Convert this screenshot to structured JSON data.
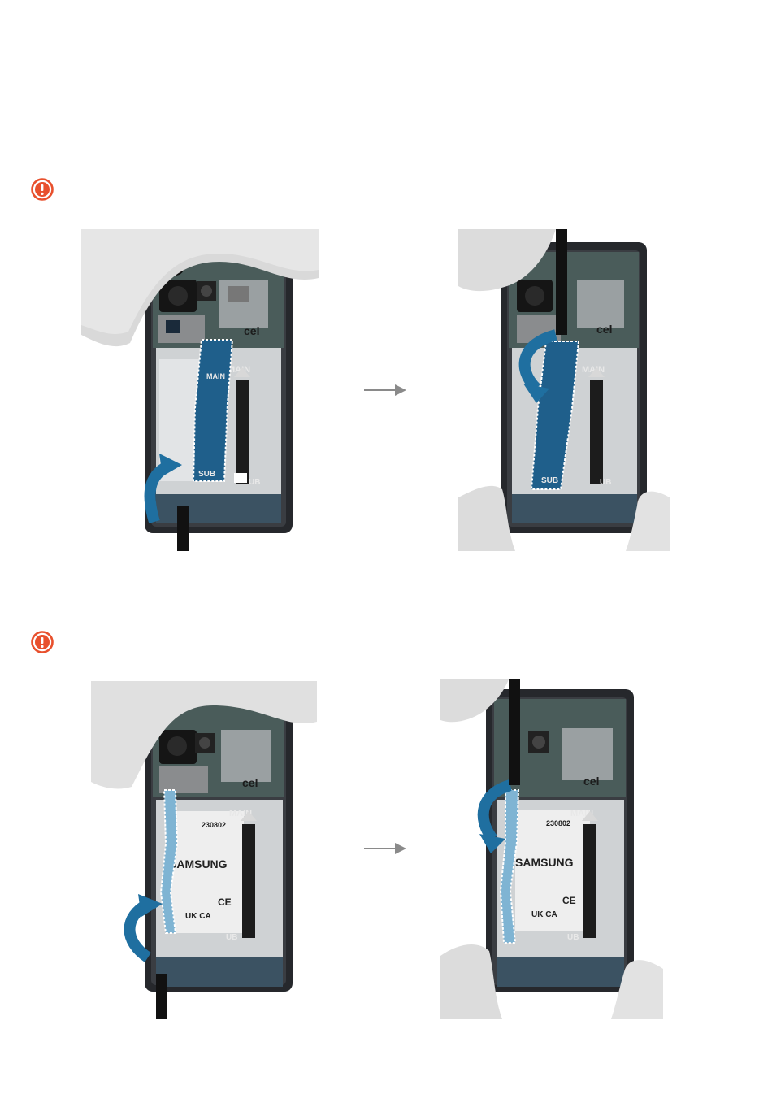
{
  "colors": {
    "warning": "#e8502d",
    "flex_cable": "#1f5f8b",
    "flex_cable_light": "#7fb4d3",
    "arrow": "#1f6fa0",
    "step_arrow": "#8a8a8a"
  },
  "icons": {
    "warning": "exclamation-circle-icon",
    "step_arrow": "right-arrow-icon",
    "motion_arrow": "curved-arrow-icon"
  },
  "board_labels": {
    "main": "MAIN",
    "sub": "SUB",
    "ub": "UB",
    "brand": "SAMSUNG",
    "code": "230802",
    "ce": "CE",
    "ukca": "UK CA",
    "signature": "cel"
  }
}
